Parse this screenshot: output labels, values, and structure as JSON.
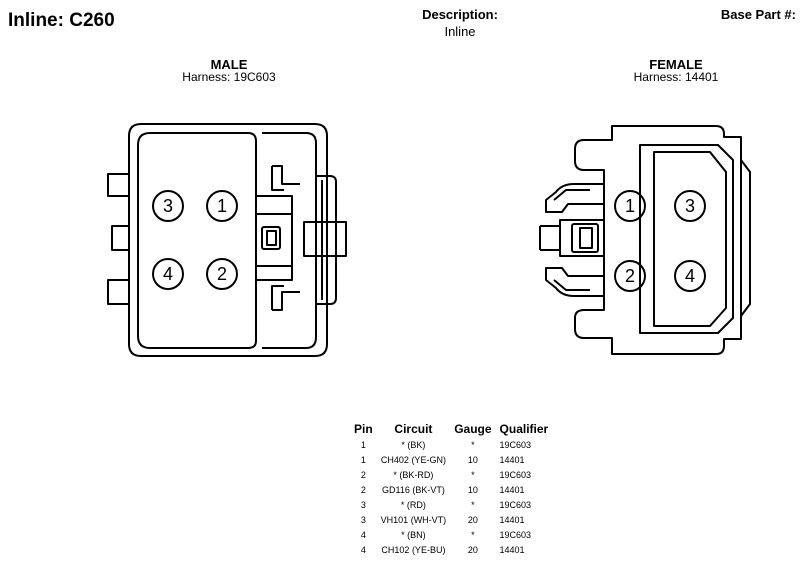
{
  "header": {
    "title": "Inline: C260",
    "description_label": "Description:",
    "description_value": "Inline",
    "base_part_label": "Base Part #:"
  },
  "male": {
    "title": "MALE",
    "harness": "Harness: 19C603",
    "pins": [
      "3",
      "1",
      "4",
      "2"
    ]
  },
  "female": {
    "title": "FEMALE",
    "harness": "Harness: 14401",
    "pins": [
      "1",
      "3",
      "2",
      "4"
    ]
  },
  "pin_table": {
    "headers": [
      "Pin",
      "Circuit",
      "Gauge",
      "Qualifier"
    ],
    "rows": [
      [
        "1",
        "* (BK)",
        "*",
        "19C603"
      ],
      [
        "1",
        "CH402 (YE-GN)",
        "10",
        "14401"
      ],
      [
        "2",
        "* (BK-RD)",
        "*",
        "19C603"
      ],
      [
        "2",
        "GD116 (BK-VT)",
        "10",
        "14401"
      ],
      [
        "3",
        "* (RD)",
        "*",
        "19C603"
      ],
      [
        "3",
        "VH101 (WH-VT)",
        "20",
        "14401"
      ],
      [
        "4",
        "* (BN)",
        "*",
        "19C603"
      ],
      [
        "4",
        "CH102 (YE-BU)",
        "20",
        "14401"
      ]
    ]
  }
}
